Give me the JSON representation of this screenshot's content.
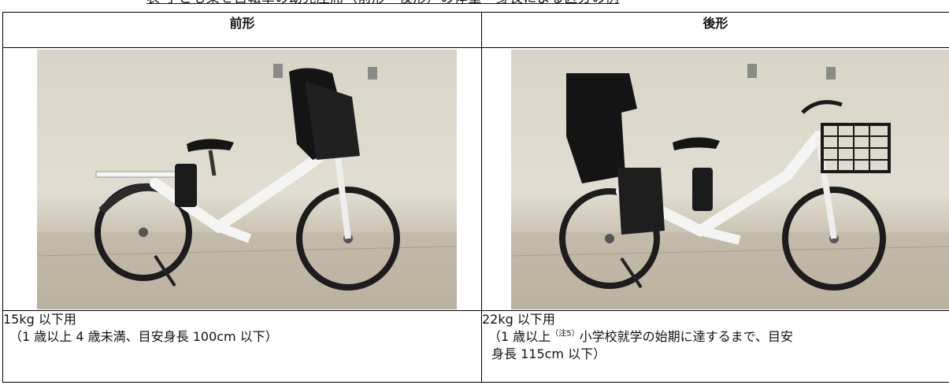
{
  "caption": "表 子ども乗せ自転車の幼児座席（前形・後形）の体重・身長による区分の例",
  "columns": [
    {
      "header": "前形",
      "photo_icon": "bicycle-front-child-seat-photo",
      "weight": "15kg 以下用",
      "detail": "（1 歳以上 4 歳未満、目安身長 100cm 以下）"
    },
    {
      "header": "後形",
      "photo_icon": "bicycle-rear-child-seat-photo",
      "weight": "22kg 以下用",
      "detail_before_note": "（1 歳以上",
      "note_mark": "（注5）",
      "detail_after_note": "小学校就学の始期に達するまで、目安",
      "detail_line2": "身長 115cm 以下）"
    }
  ],
  "colors": {
    "frame": "#f4f4f2",
    "seat": "#141414",
    "wall": "#ddd8cc",
    "floor": "#b9b09e"
  }
}
